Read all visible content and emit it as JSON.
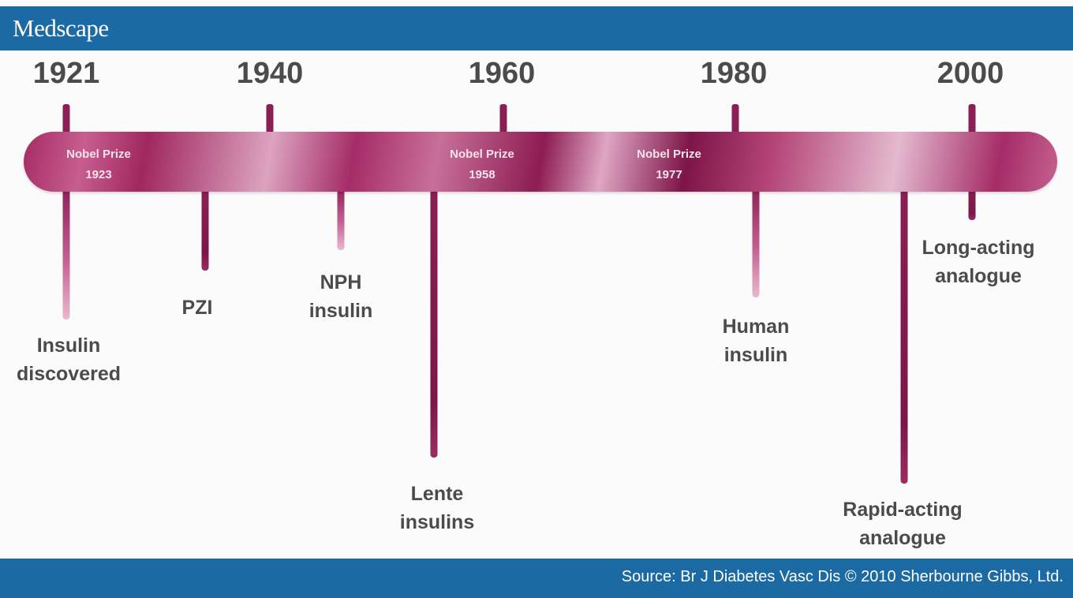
{
  "header": {
    "brand": "Medscape"
  },
  "footer": {
    "source": "Source: Br J Diabetes Vasc Dis © 2010 Sherbourne Gibbs, Ltd."
  },
  "years": [
    "1921",
    "1940",
    "1960",
    "1980",
    "2000"
  ],
  "nobel": [
    {
      "line1": "Nobel Prize",
      "line2": "1923"
    },
    {
      "line1": "Nobel Prize",
      "line2": "1958"
    },
    {
      "line1": "Nobel Prize",
      "line2": "1977"
    }
  ],
  "events": [
    {
      "line1": "Insulin",
      "line2": "discovered"
    },
    {
      "line1": "PZI"
    },
    {
      "line1": "NPH",
      "line2": "insulin"
    },
    {
      "line1": "Lente",
      "line2": "insulins"
    },
    {
      "line1": "Human",
      "line2": "insulin"
    },
    {
      "line1": "Rapid-acting",
      "line2": "analogue"
    },
    {
      "line1": "Long-acting",
      "line2": "analogue"
    }
  ],
  "colors": {
    "bar": "#a52b65",
    "header": "#1b6aa3",
    "text": "#4b4b4b"
  }
}
